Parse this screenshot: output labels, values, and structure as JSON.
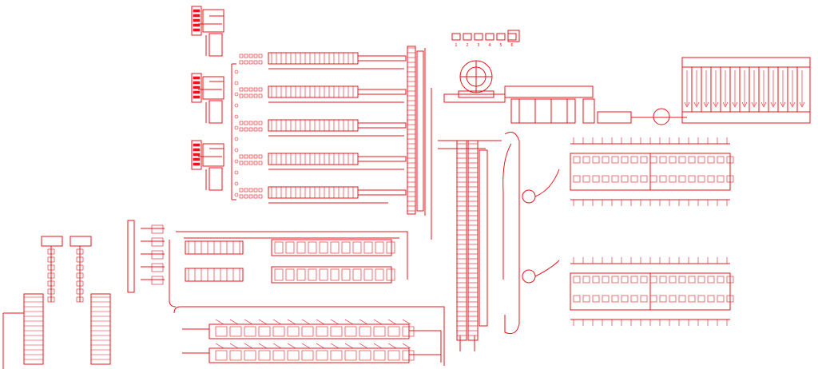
{
  "colors": {
    "line": "#e8141c",
    "background": "#ffffff"
  },
  "drawing": {
    "kind": "factory-layout-line-drawing",
    "legend_marks": [
      "1",
      "2",
      "3",
      "4",
      "5",
      "6"
    ]
  }
}
